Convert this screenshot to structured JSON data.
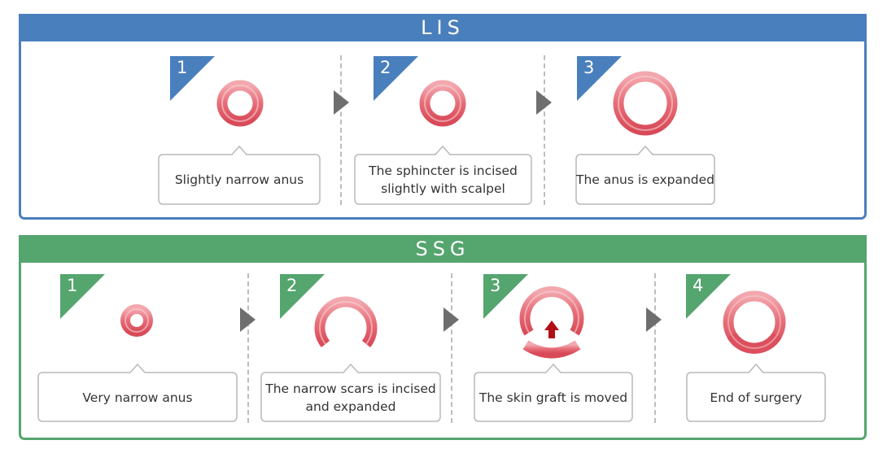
{
  "colors": {
    "lis": "#4a7fbd",
    "ssg": "#55a56e",
    "ring": "#e0606c",
    "ring_light": "#f4b4ba",
    "graft_arrow": "#b30f16",
    "arrow": "#6e6e6e",
    "callout_border": "#b9b9b9"
  },
  "lis": {
    "title": "LIS",
    "steps": [
      {
        "number": "1",
        "caption": "Slightly narrow anus",
        "icon": "small-ring-icon"
      },
      {
        "number": "2",
        "caption": "The sphincter is incised\nslightly with scalpel",
        "icon": "small-ring-icon"
      },
      {
        "number": "3",
        "caption": "The anus is expanded",
        "icon": "large-ring-icon"
      }
    ]
  },
  "ssg": {
    "title": "SSG",
    "steps": [
      {
        "number": "1",
        "caption": "Very narrow anus",
        "icon": "tiny-ring-icon"
      },
      {
        "number": "2",
        "caption": "The narrow scars is incised\nand expanded",
        "icon": "open-ring-icon"
      },
      {
        "number": "3",
        "caption": "The skin graft is moved",
        "icon": "graft-ring-icon"
      },
      {
        "number": "4",
        "caption": "End of surgery",
        "icon": "complete-ring-icon"
      }
    ]
  }
}
